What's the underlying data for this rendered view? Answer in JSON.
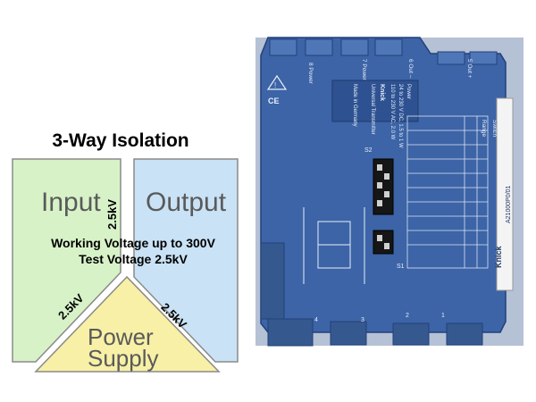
{
  "diagram": {
    "title": "3-Way Isolation",
    "zones": {
      "input": "Input",
      "output": "Output",
      "power_line1": "Power",
      "power_line2": "Supply"
    },
    "isolation_labels": {
      "input_output": "2.5kV",
      "input_power": "2.5kV",
      "output_power": "2.5kV"
    },
    "specs": {
      "working_voltage": "Working Voltage up to 300V",
      "test_voltage": "Test Voltage 2.5kV"
    },
    "colors": {
      "input_fill": "#d8f2c8",
      "output_fill": "#c9e2f5",
      "power_fill": "#f7f0a6",
      "device_blue": "#3c64a6"
    }
  },
  "device": {
    "brand": "Knick",
    "model_label": "A21000P0/01",
    "top_terminals": [
      "8 Power",
      "7 Power",
      "6 Out –",
      "5 Out +"
    ],
    "bottom_terminals": [
      "1",
      "2",
      "3",
      "4"
    ],
    "spec_text": [
      "Power",
      "24 to 230 V DC, 1.5 to 1 W",
      "110 to 230 V AC, 2.0 W"
    ],
    "maker": "Knick",
    "product": "Universal Transmitter",
    "origin": "Made in Germany",
    "table_header": [
      "Switch",
      "Range"
    ],
    "switch_labels": [
      "S2",
      "S1"
    ]
  }
}
